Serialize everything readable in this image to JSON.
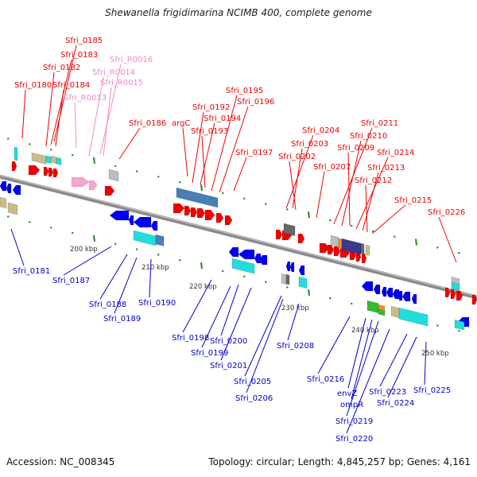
{
  "title": "Shewanella frigidimarina NCIMB 400, complete genome",
  "footer": {
    "accession": "Accession: NC_008345",
    "summary": "Topology: circular; Length: 4,845,257 bp; Genes: 4,161"
  },
  "colors": {
    "forward_label": "#ee0000",
    "rna_label": "#ee88cc",
    "reverse_label": "#0000cc",
    "backbone": "#999999",
    "tick": "#228822"
  },
  "scale_labels": [
    "200 kbp",
    "210 kbp",
    "220 kbp",
    "230 kbp",
    "240 kbp",
    "250 kbp"
  ],
  "labels_top": [
    {
      "text": "Sfri_0185",
      "kind": "forward"
    },
    {
      "text": "Sfri_0183",
      "kind": "forward"
    },
    {
      "text": "Sfri_0182",
      "kind": "forward"
    },
    {
      "text": "Sfri_0180",
      "kind": "forward"
    },
    {
      "text": "Sfri_0184",
      "kind": "forward"
    },
    {
      "text": "Sfri_R0016",
      "kind": "rna"
    },
    {
      "text": "Sfri_R0014",
      "kind": "rna"
    },
    {
      "text": "Sfri_R0015",
      "kind": "rna"
    },
    {
      "text": "Sfri_R0013",
      "kind": "rna"
    },
    {
      "text": "Sfri_0186",
      "kind": "forward"
    },
    {
      "text": "argC",
      "kind": "forward"
    },
    {
      "text": "Sfri_0192",
      "kind": "forward"
    },
    {
      "text": "Sfri_0194",
      "kind": "forward"
    },
    {
      "text": "Sfri_0193",
      "kind": "forward"
    },
    {
      "text": "Sfri_0195",
      "kind": "forward"
    },
    {
      "text": "Sfri_0196",
      "kind": "forward"
    },
    {
      "text": "Sfri_0197",
      "kind": "forward"
    },
    {
      "text": "Sfri_0204",
      "kind": "forward"
    },
    {
      "text": "Sfri_0203",
      "kind": "forward"
    },
    {
      "text": "Sfri_0202",
      "kind": "forward"
    },
    {
      "text": "Sfri_0207",
      "kind": "forward"
    },
    {
      "text": "Sfri_0211",
      "kind": "forward"
    },
    {
      "text": "Sfri_0210",
      "kind": "forward"
    },
    {
      "text": "Sfri_0209",
      "kind": "forward"
    },
    {
      "text": "Sfri_0214",
      "kind": "forward"
    },
    {
      "text": "Sfri_0213",
      "kind": "forward"
    },
    {
      "text": "Sfri_0212",
      "kind": "forward"
    },
    {
      "text": "Sfri_0215",
      "kind": "forward"
    },
    {
      "text": "Sfri_0226",
      "kind": "forward"
    }
  ],
  "labels_bottom": [
    {
      "text": "Sfri_0181",
      "kind": "reverse"
    },
    {
      "text": "Sfri_0187",
      "kind": "reverse"
    },
    {
      "text": "Sfri_0188",
      "kind": "reverse"
    },
    {
      "text": "Sfri_0189",
      "kind": "reverse"
    },
    {
      "text": "Sfri_0190",
      "kind": "reverse"
    },
    {
      "text": "Sfri_0198",
      "kind": "reverse"
    },
    {
      "text": "Sfri_0200",
      "kind": "reverse"
    },
    {
      "text": "Sfri_0199",
      "kind": "reverse"
    },
    {
      "text": "Sfri_0201",
      "kind": "reverse"
    },
    {
      "text": "Sfri_0205",
      "kind": "reverse"
    },
    {
      "text": "Sfri_0206",
      "kind": "reverse"
    },
    {
      "text": "Sfri_0208",
      "kind": "reverse"
    },
    {
      "text": "Sfri_0216",
      "kind": "reverse"
    },
    {
      "text": "envZ",
      "kind": "reverse"
    },
    {
      "text": "ompR",
      "kind": "reverse"
    },
    {
      "text": "Sfri_0219",
      "kind": "reverse"
    },
    {
      "text": "Sfri_0220",
      "kind": "reverse"
    },
    {
      "text": "Sfri_0223",
      "kind": "reverse"
    },
    {
      "text": "Sfri_0224",
      "kind": "reverse"
    },
    {
      "text": "Sfri_0225",
      "kind": "reverse"
    }
  ]
}
